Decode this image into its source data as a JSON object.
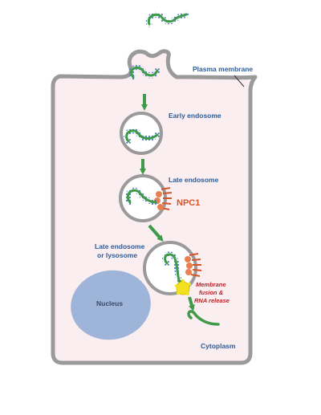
{
  "labels": {
    "plasma_membrane": "Plasma membrane",
    "early_endosome": "Early endosome",
    "late_endosome": "Late endosome",
    "npc1": "NPC1",
    "late_endosome_or_lysosome_line1": "Late endosome",
    "late_endosome_or_lysosome_line2": "or lysosome",
    "nucleus": "Nucleus",
    "fusion_line1": "Membrane",
    "fusion_line2": "fusion &",
    "fusion_line3": "RNA release",
    "cytoplasm": "Cytoplasm"
  },
  "colors": {
    "cell_fill": "#fbeef0",
    "membrane": "#9a9a9a",
    "arrow": "#3f9a4a",
    "virus": "#3f9a4a",
    "virus_dots": "#5a86c9",
    "npc1": "#d4552a",
    "nucleus": "#9fb4d9",
    "fusion": "#f2e11f",
    "label_blue": "#2a5c9a",
    "label_red": "#b8232a"
  }
}
